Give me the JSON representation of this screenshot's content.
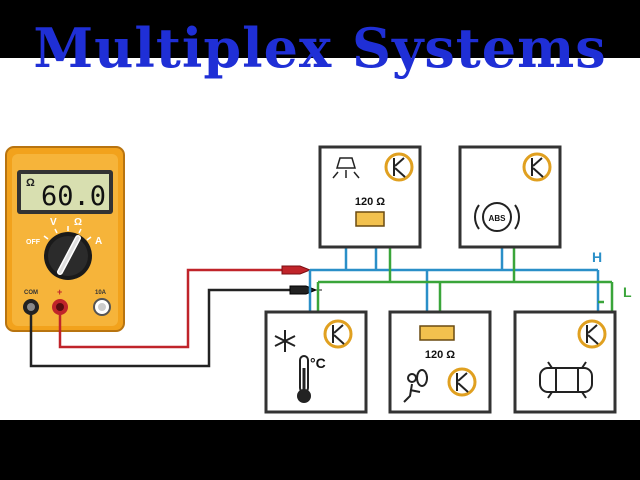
{
  "title": "Multiplex Systems",
  "multimeter": {
    "display_unit": "Ω",
    "reading": "60.0",
    "dial_labels": {
      "volts": "V",
      "ohms": "Ω",
      "amps": "A",
      "off": "OFF"
    },
    "jack_labels": {
      "com": "COM",
      "plus": "+",
      "tenA": "10A"
    }
  },
  "bus": {
    "high_label": "H",
    "low_label": "L"
  },
  "modules": {
    "lighting": {
      "resistor_label": "120 Ω"
    },
    "abs": {
      "badge": "ABS"
    },
    "climate": {
      "unit": "°C"
    },
    "airbag": {
      "resistor_label": "120 Ω"
    }
  },
  "colors": {
    "title": "#1f2fd6",
    "can_high": "#2a8fc8",
    "can_low": "#3aa53a",
    "probe_red": "#c0242a",
    "probe_black": "#222222",
    "meter_body": "#f2a21c",
    "lcd": "#d8dfb0",
    "module_fill": "#ffffff",
    "module_border": "#333333",
    "resistor": "#f2c14e"
  }
}
